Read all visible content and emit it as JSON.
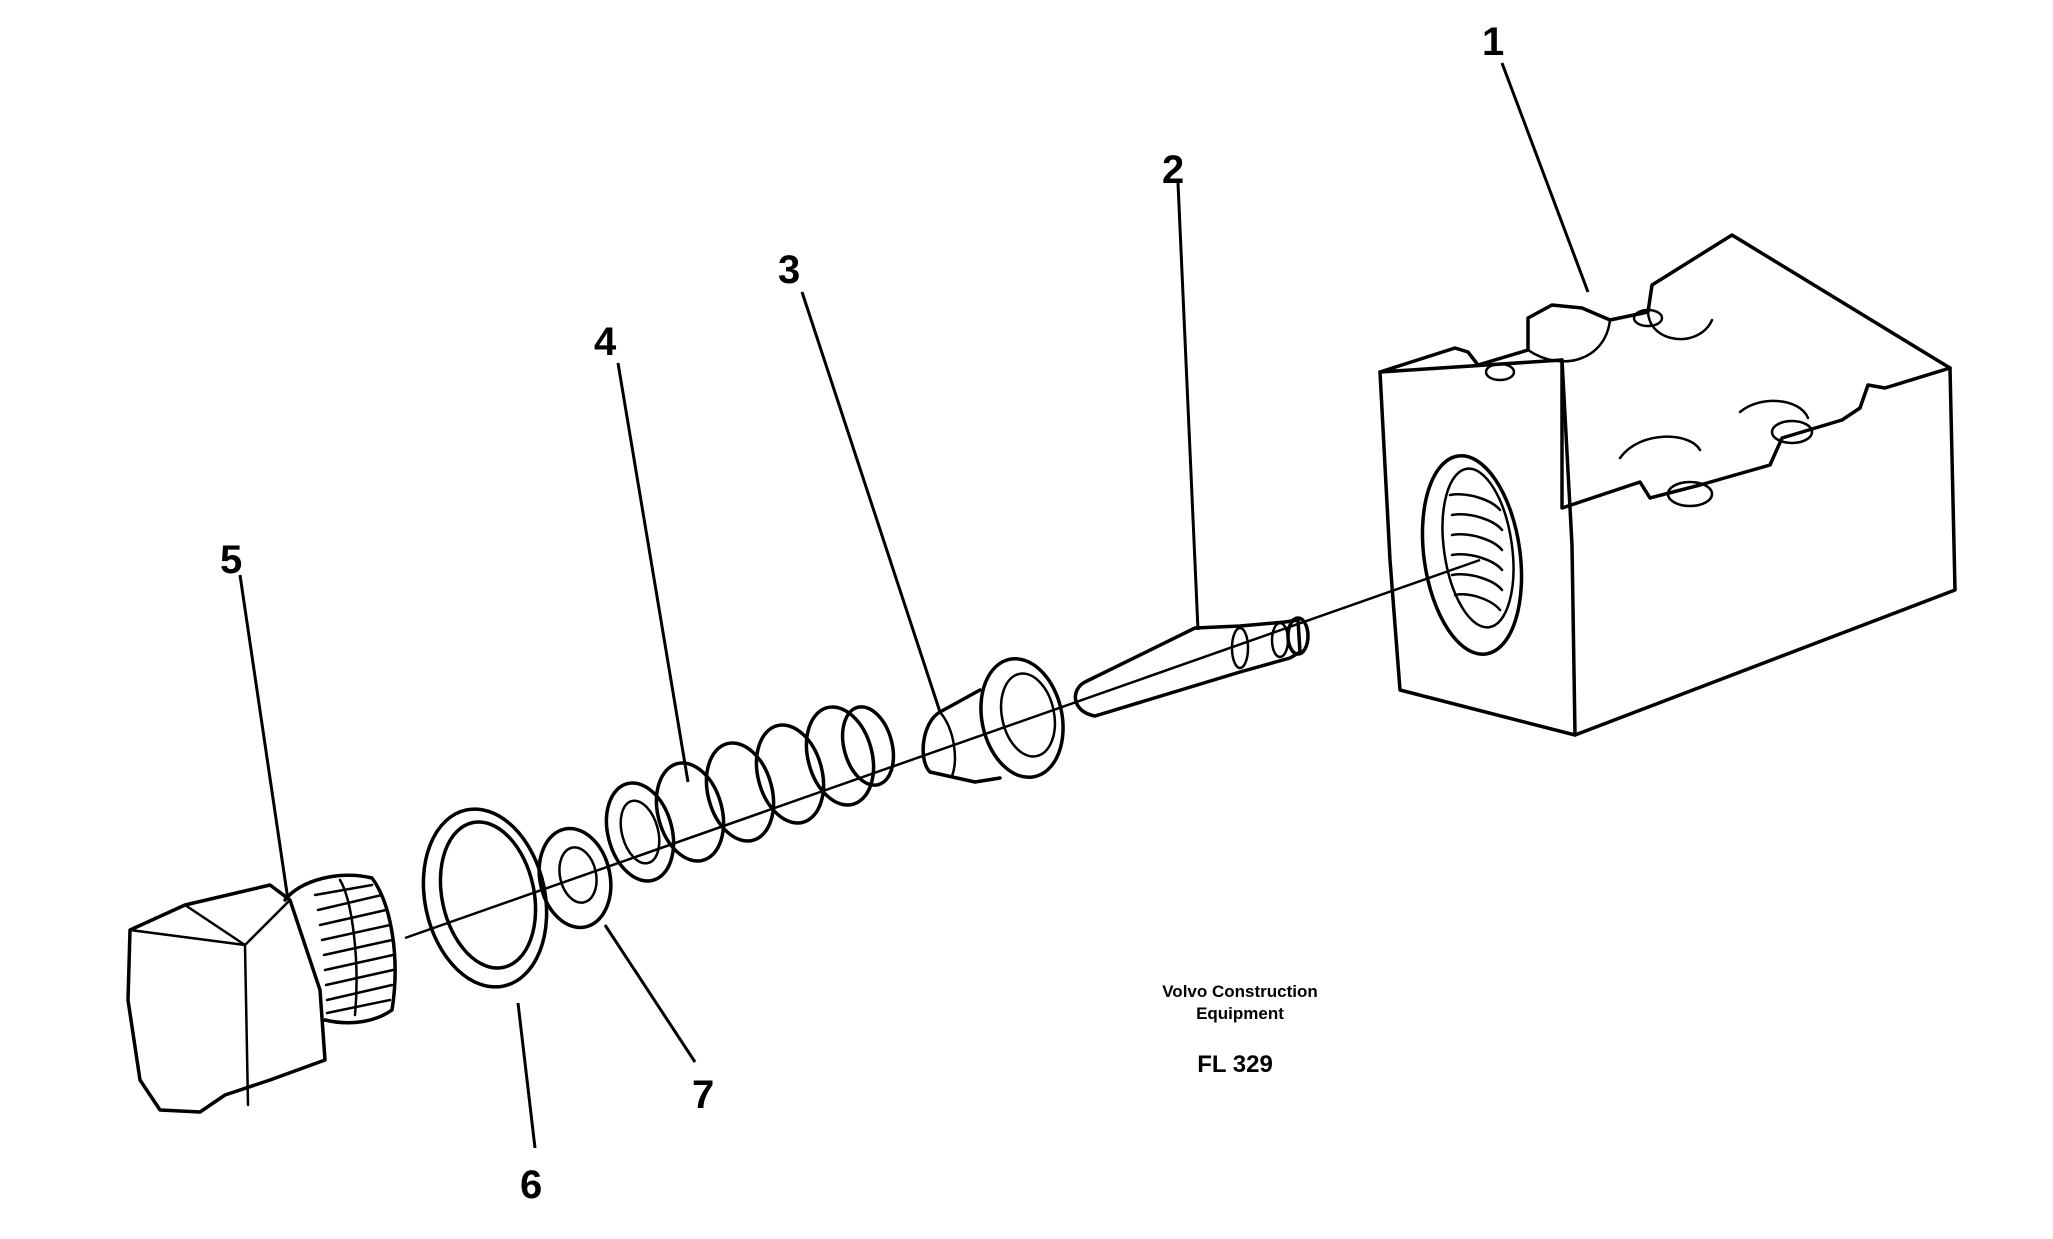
{
  "callouts": [
    {
      "id": "1",
      "label": "1"
    },
    {
      "id": "2",
      "label": "2"
    },
    {
      "id": "3",
      "label": "3"
    },
    {
      "id": "4",
      "label": "4"
    },
    {
      "id": "5",
      "label": "5"
    },
    {
      "id": "6",
      "label": "6"
    },
    {
      "id": "7",
      "label": "7"
    }
  ],
  "caption": {
    "line1": "Volvo Construction",
    "line2": "Equipment",
    "code": "FL 329"
  }
}
